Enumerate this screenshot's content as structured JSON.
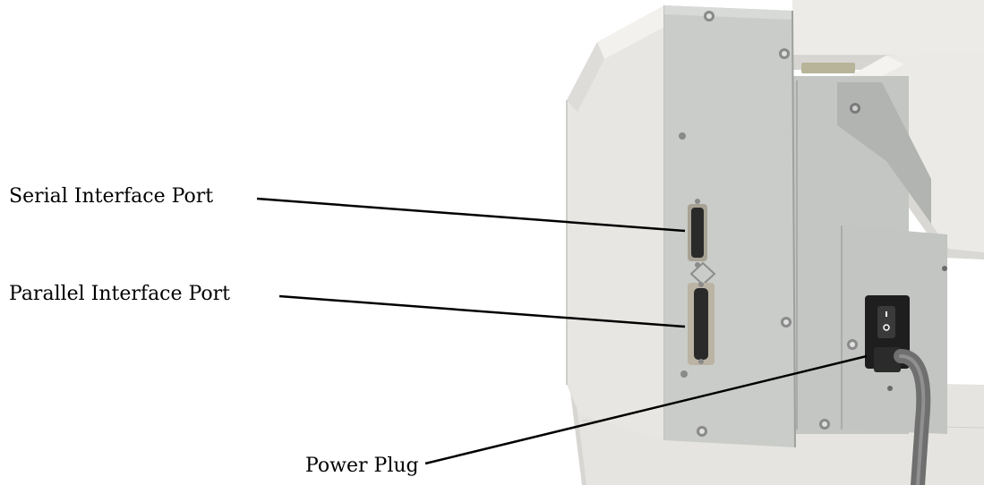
{
  "callouts": {
    "serial_port": "Serial Interface Port",
    "parallel_port": "Parallel Interface Port",
    "power_plug": "Power Plug"
  },
  "colors": {
    "housing_light": "#eceae6",
    "housing_mid": "#e2e0dc",
    "panel_gray": "#c6cac6",
    "panel_dark": "#aeb2ae",
    "connector_dark": "#2a2a2a",
    "connector_metal": "#b9b1a2",
    "cord": "#6f6f6f",
    "callout_line": "#000000"
  }
}
